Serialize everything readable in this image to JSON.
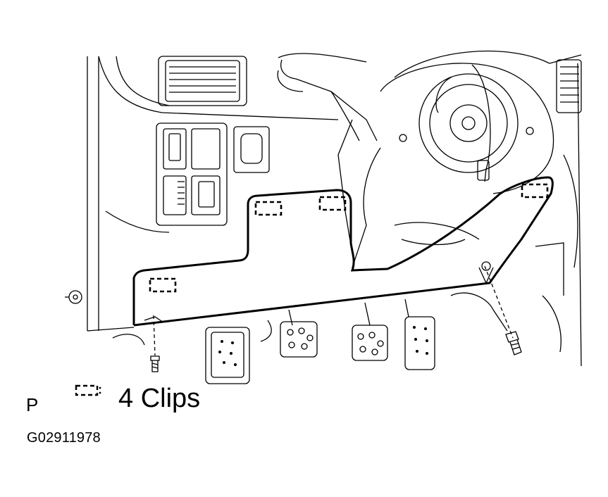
{
  "labels": {
    "view_letter": "P",
    "clip_legend": "4 Clips",
    "figure_code": "G02911978"
  },
  "icons": {
    "clip": "dashed-rectangle-clip-icon",
    "screw": "screw-icon"
  },
  "colors": {
    "ink": "#000000",
    "paper": "#ffffff"
  }
}
